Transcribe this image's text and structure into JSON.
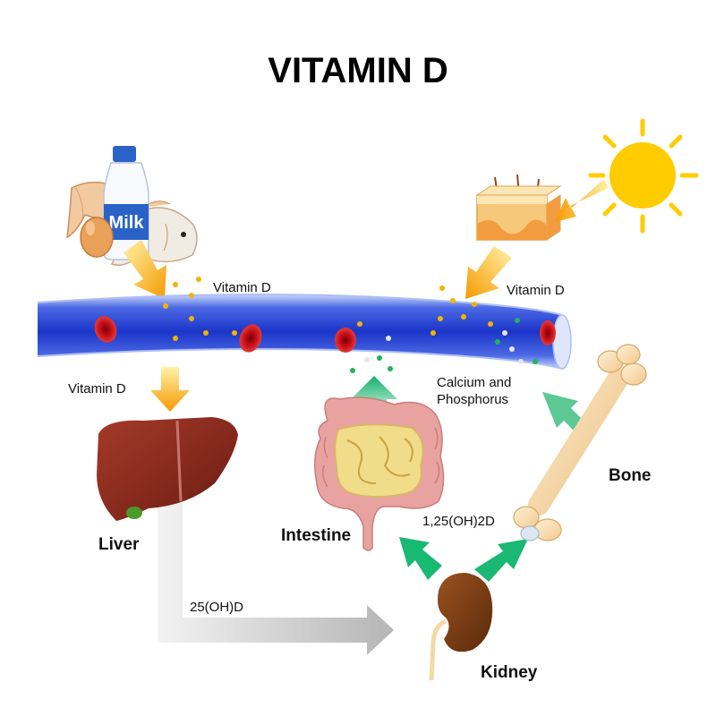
{
  "title": "VITAMIN D",
  "labels": {
    "vitamin_d_food": "Vitamin D",
    "vitamin_d_skin": "Vitamin D",
    "vitamin_d_liver": "Vitamin D",
    "calcium_phosphorus_line1": "Calcium and",
    "calcium_phosphorus_line2": "Phosphorus",
    "hydroxy_25": "25(OH)D",
    "dihydroxy_125": "1,25(OH)2D"
  },
  "organs": {
    "liver": "Liver",
    "intestine": "Intestine",
    "bone": "Bone",
    "kidney": "Kidney"
  },
  "food": {
    "milk_label": "Milk"
  },
  "colors": {
    "title": "#000000",
    "blood_vessel": "#1f3fd6",
    "vessel_edge": "#9fb3f0",
    "red_cell": "#c8101a",
    "sun": "#ffcc00",
    "orange_arrow": "#f7a400",
    "green_arrow": "#19b873",
    "grey_arrow": "#c4c4c4",
    "liver": "#8b2a1d",
    "kidney": "#7a3a12",
    "bone": "#f7d9a8",
    "intestine_outer": "#e8a3a0",
    "intestine_inner": "#f1dc8a"
  }
}
